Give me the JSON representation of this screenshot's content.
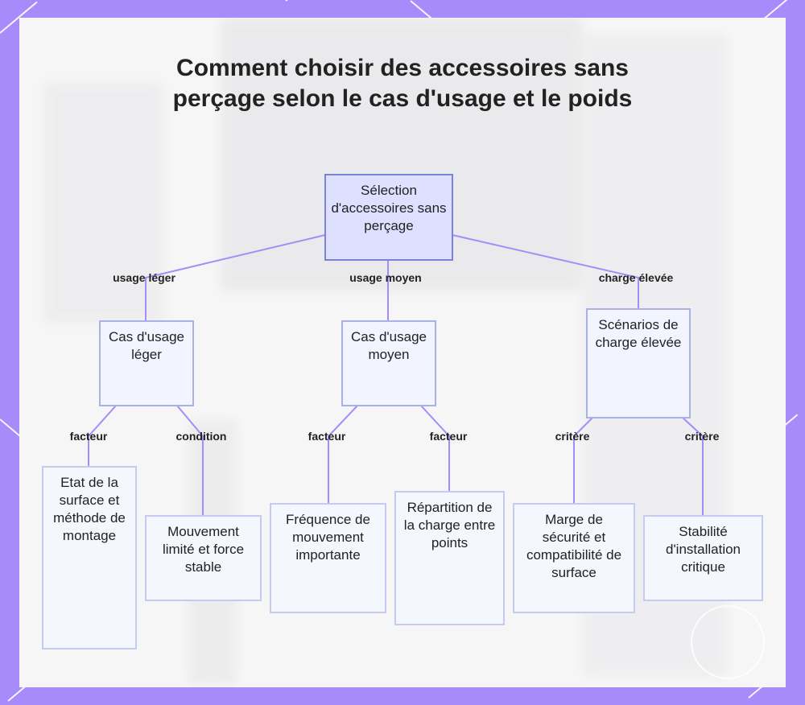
{
  "title": "Comment choisir des accessoires sans perçage selon le cas d'usage et le poids",
  "colors": {
    "edge": "#a78bfa",
    "frame": "#a78bfa",
    "root_fill": "#dde0ff",
    "root_border": "#7b83d4",
    "node_fill": "#f5f7ff",
    "node_border": "#c5cbf0"
  },
  "nodes": {
    "root": "Sélection d'accessoires sans perçage",
    "light": "Cas d'usage léger",
    "medium": "Cas d'usage moyen",
    "heavy": "Scénarios de charge élevée",
    "surface": "Etat de la surface et méthode de montage",
    "movement_limited": "Mouvement limité et force stable",
    "frequency": "Fréquence de mouvement importante",
    "distribution": "Répartition de la charge entre points",
    "margin": "Marge de sécurité et compatibilité de surface",
    "stability": "Stabilité d'installation critique"
  },
  "edge_labels": {
    "root_light": "usage léger",
    "root_medium": "usage moyen",
    "root_heavy": "charge élevée",
    "light_surface": "facteur",
    "light_movement": "condition",
    "medium_frequency": "facteur",
    "medium_distribution": "facteur",
    "heavy_margin": "critère",
    "heavy_stability": "critère"
  }
}
